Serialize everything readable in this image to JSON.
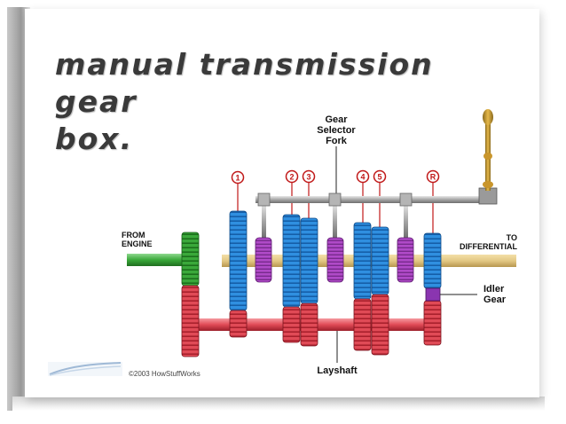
{
  "slide": {
    "title_line1": "manual transmission gear",
    "title_line2": "box."
  },
  "diagram": {
    "label_fork_1": "Gear",
    "label_fork_2": "Selector",
    "label_fork_3": "Fork",
    "label_engine_1": "FROM",
    "label_engine_2": "ENGINE",
    "label_diff_1": "TO",
    "label_diff_2": "DIFFERENTIAL",
    "label_idler_1": "Idler",
    "label_idler_2": "Gear",
    "label_layshaft": "Layshaft",
    "copyright": "©2003 HowStuffWorks",
    "gear_numbers": [
      "1",
      "2",
      "3",
      "4",
      "5",
      "R"
    ]
  },
  "colors": {
    "blue_gear": "#2f8fe0",
    "red_gear": "#e04a56",
    "green_gear": "#3aa83a",
    "purple_collar": "#b04ac8",
    "shaft": "#e3c884",
    "rod": "#9a9a9a",
    "label_red": "#c01818"
  }
}
